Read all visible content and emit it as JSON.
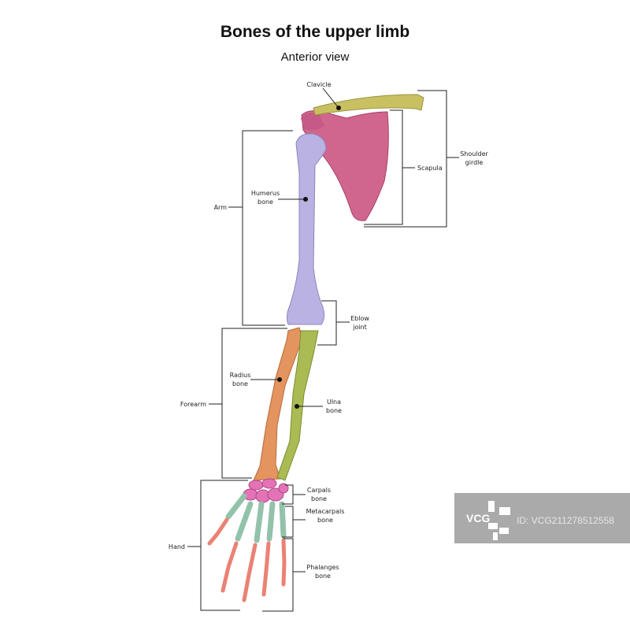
{
  "title": "Bones of the upper limb",
  "subtitle": "Anterior view",
  "labels": {
    "clavicle": "Clavicle",
    "scapula": "Scapula",
    "shoulder_girdle": [
      "Shoulder",
      "girdle"
    ],
    "arm": "Arm",
    "humerus": [
      "Humerus",
      "bone"
    ],
    "elbow": [
      "Eblow",
      "joint"
    ],
    "forearm": "Forearm",
    "radius": [
      "Radius",
      "bone"
    ],
    "ulna": [
      "Ulna",
      "bone"
    ],
    "hand": "Hand",
    "carpals": [
      "Carpals",
      "bone"
    ],
    "metacarpals": [
      "Metacarpals",
      "bone"
    ],
    "phalanges": [
      "Phalanges",
      "bone"
    ]
  },
  "watermark": {
    "logo": "VCG",
    "id": "ID: VCG211278512558"
  },
  "colors": {
    "clavicle": "#c9c062",
    "scapula": "#d0668e",
    "humerus": "#bab2e2",
    "radius": "#e3945f",
    "ulna": "#a9bb52",
    "carpals": "#e472b6",
    "metacarpals": "#93c2aa",
    "phalanges": "#ea8274"
  }
}
